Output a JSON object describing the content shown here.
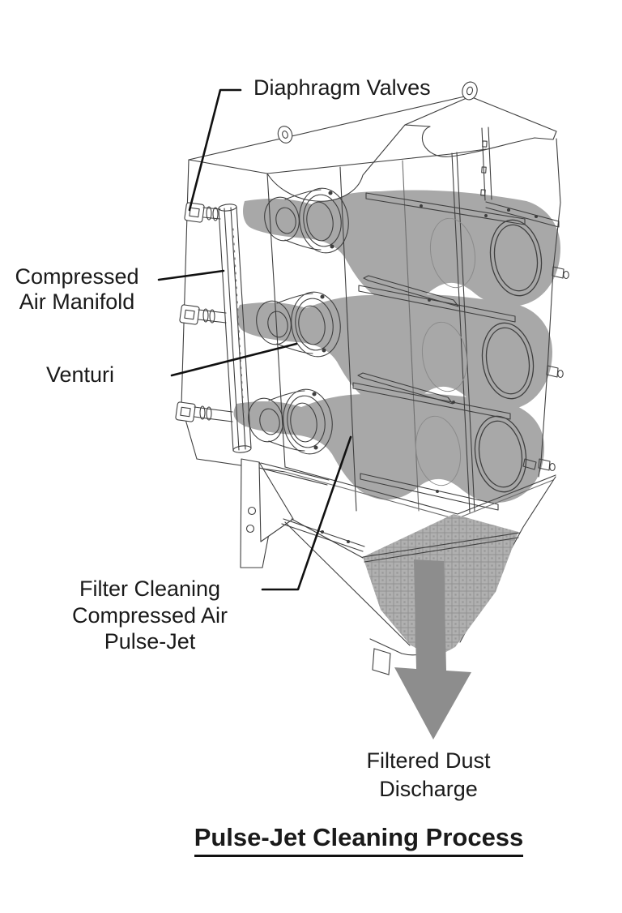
{
  "title": {
    "text": "Pulse-Jet Cleaning Process"
  },
  "labels": {
    "diaphragm_valves": {
      "text": "Diaphragm Valves"
    },
    "compressed_air_manifold": {
      "lines": [
        "Compressed",
        "Air Manifold"
      ]
    },
    "venturi": {
      "text": "Venturi"
    },
    "pulse_jet": {
      "lines": [
        "Filter Cleaning",
        "Compressed Air",
        "Pulse-Jet"
      ]
    },
    "filtered_dust_discharge": {
      "lines": [
        "Filtered Dust",
        "Discharge"
      ]
    }
  },
  "colors": {
    "background": "#ffffff",
    "line_work": "#3f3f3f",
    "label_text": "#1a1a1a",
    "plume_gray": "#a8a8a8",
    "arrow_gray": "#8d8d8d",
    "dust_hatch_gray": "#b0b0b0"
  }
}
